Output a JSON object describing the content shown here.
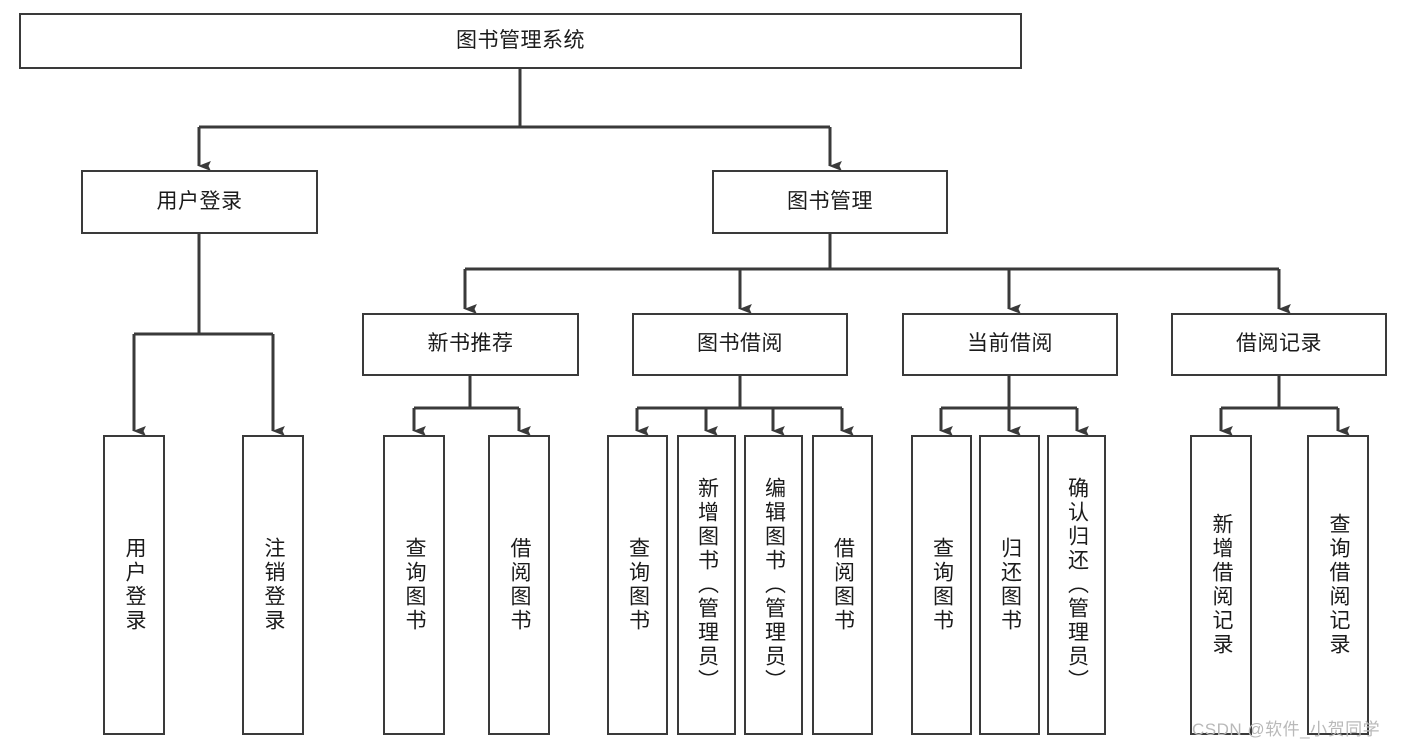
{
  "diagram": {
    "title": "图书管理系统",
    "watermark": "CSDN @软件_小贺同学",
    "line_color": "#3a3a3a",
    "box_border_color": "#3a3a3a",
    "box_fill": "#ffffff",
    "text_color": "#1b1b1b",
    "type": "tree-hierarchy",
    "root": {
      "id": "root",
      "label": "图书管理系统",
      "orientation": "horizontal"
    },
    "level1": [
      {
        "id": "user-login",
        "label": "用户登录",
        "orientation": "horizontal"
      },
      {
        "id": "book-manage",
        "label": "图书管理",
        "orientation": "horizontal"
      }
    ],
    "level2": [
      {
        "id": "new-book-recommend",
        "label": "新书推荐",
        "orientation": "horizontal",
        "parent": "book-manage"
      },
      {
        "id": "book-borrow",
        "label": "图书借阅",
        "orientation": "horizontal",
        "parent": "book-manage"
      },
      {
        "id": "current-borrow",
        "label": "当前借阅",
        "orientation": "horizontal",
        "parent": "book-manage"
      },
      {
        "id": "borrow-record",
        "label": "借阅记录",
        "orientation": "horizontal",
        "parent": "book-manage"
      }
    ],
    "leaves": [
      {
        "id": "leaf-user-login",
        "label": "用户登录",
        "parent": "user-login"
      },
      {
        "id": "leaf-logout-login",
        "label": "注销登录",
        "parent": "user-login"
      },
      {
        "id": "leaf-query-book-1",
        "label": "查询图书",
        "parent": "new-book-recommend"
      },
      {
        "id": "leaf-borrow-book-1",
        "label": "借阅图书",
        "parent": "new-book-recommend"
      },
      {
        "id": "leaf-query-book-2",
        "label": "查询图书",
        "parent": "book-borrow"
      },
      {
        "id": "leaf-add-book",
        "label": "新增图书（管理员）",
        "parent": "book-borrow"
      },
      {
        "id": "leaf-edit-book",
        "label": "编辑图书（管理员）",
        "parent": "book-borrow"
      },
      {
        "id": "leaf-borrow-book-2",
        "label": "借阅图书",
        "parent": "book-borrow"
      },
      {
        "id": "leaf-query-book-3",
        "label": "查询图书",
        "parent": "current-borrow"
      },
      {
        "id": "leaf-return-book",
        "label": "归还图书",
        "parent": "current-borrow"
      },
      {
        "id": "leaf-confirm-return",
        "label": "确认归还（管理员）",
        "parent": "current-borrow"
      },
      {
        "id": "leaf-add-record",
        "label": "新增借阅记录",
        "parent": "borrow-record"
      },
      {
        "id": "leaf-query-record",
        "label": "查询借阅记录",
        "parent": "borrow-record"
      }
    ]
  }
}
